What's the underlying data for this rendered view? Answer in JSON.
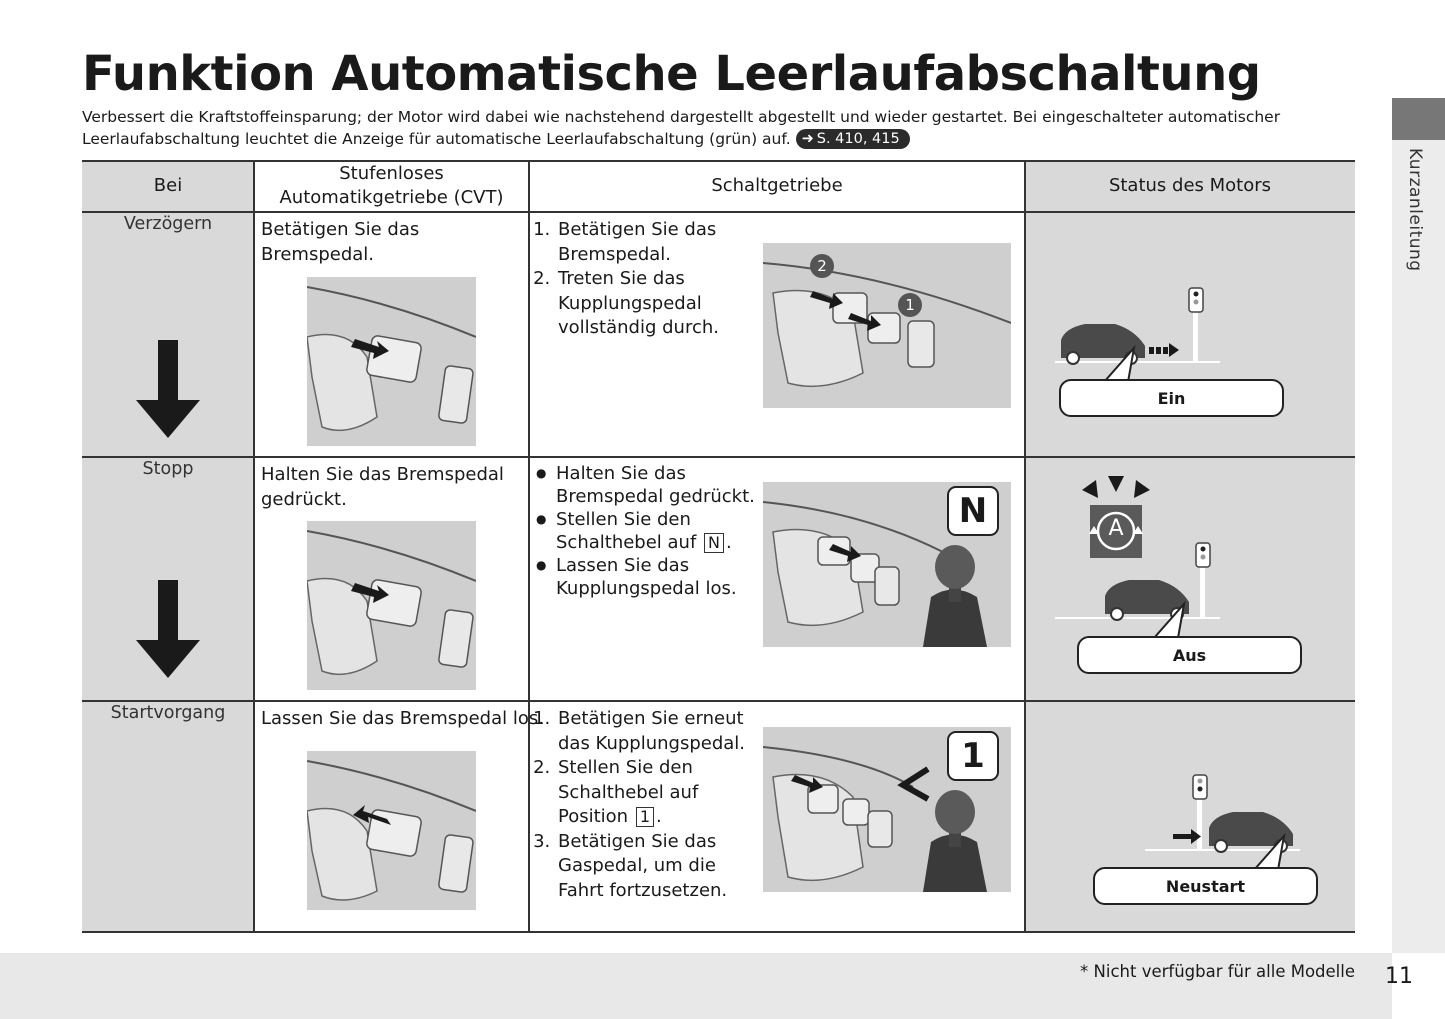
{
  "page": {
    "title": "Funktion Automatische Leerlaufabschaltung",
    "intro_line1": "Verbessert die Kraftstoffeinsparung; der Motor wird dabei wie nachstehend dargestellt abgestellt und wieder gestartet. Bei eingeschalteter automatischer",
    "intro_line2": "Leerlaufabschaltung leuchtet die Anzeige für automatische Leerlaufabschaltung (grün) auf.",
    "page_ref": "S. 410, 415",
    "side_tab_label": "Kurzanleitung",
    "footnote": "* Nicht verfügbar für alle Modelle",
    "page_number": "11"
  },
  "table": {
    "headers": {
      "bei": "Bei",
      "cvt_line1": "Stufenloses",
      "cvt_line2": "Automatikgetriebe (CVT)",
      "manual": "Schaltgetriebe",
      "status": "Status des Motors"
    },
    "rows": [
      {
        "label": "Verzögern",
        "cvt": "Betätigen Sie das Bremspedal.",
        "manual_steps": [
          "Betätigen Sie das Bremspedal.",
          "Treten Sie das Kupplungspedal vollständig durch."
        ],
        "status": "Ein",
        "badges": [
          "2",
          "1"
        ]
      },
      {
        "label": "Stopp",
        "cvt": "Halten Sie das Bremspedal gedrückt.",
        "manual_bullet1": "Halten Sie das Bremspedal gedrückt.",
        "manual_bullet2_pre": "Stellen Sie den Schalthebel auf",
        "manual_bullet2_key": "N",
        "manual_bullet3": "Lassen Sie das Kupplungspedal los.",
        "status": "Aus",
        "gear_label": "N",
        "indicator_letter": "A"
      },
      {
        "label": "Startvorgang",
        "cvt": "Lassen Sie das Bremspedal los.",
        "manual_step1": "Betätigen Sie erneut das Kupplungspedal.",
        "manual_step2_pre": "Stellen Sie den Schalthebel auf Position",
        "manual_step2_key": "1",
        "manual_step3": "Betätigen Sie das Gaspedal, um die Fahrt fortzusetzen.",
        "status": "Neustart",
        "gear_label": "1"
      }
    ]
  },
  "colors": {
    "grey_cell": "#d9d9d9",
    "illustration_bg": "#cfcfcf",
    "side_tab": "#777777"
  }
}
